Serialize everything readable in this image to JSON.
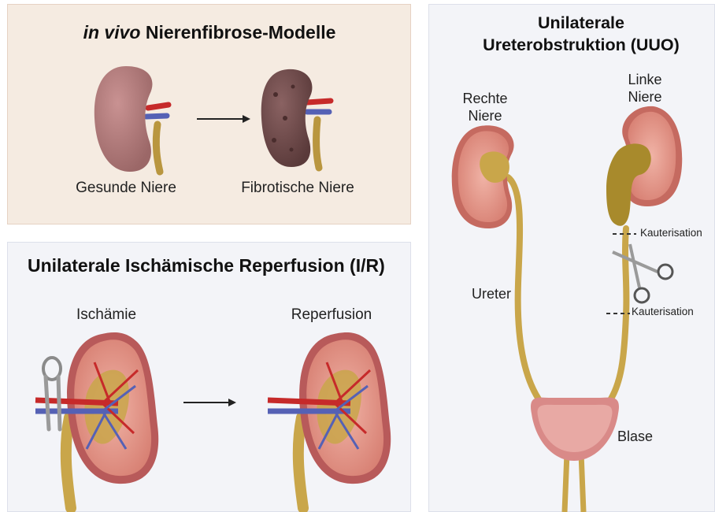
{
  "top_panel": {
    "title_italic": "in vivo",
    "title_rest": " Nierenfibrose-Modelle",
    "healthy_label": "Gesunde Niere",
    "fibrotic_label": "Fibrotische Niere"
  },
  "bottom_panel": {
    "title": "Unilaterale Ischämische Reperfusion (I/R)",
    "ischemia_label": "Ischämie",
    "reperfusion_label": "Reperfusion"
  },
  "right_panel": {
    "title_line1": "Unilaterale",
    "title_line2": "Ureterobstruktion (UUO)",
    "right_kidney_line1": "Rechte",
    "right_kidney_line2": "Niere",
    "left_kidney_line1": "Linke",
    "left_kidney_line2": "Niere",
    "cauterization_top": "Kauterisation",
    "cauterization_bottom": "Kauterisation",
    "ureter_label": "Ureter",
    "bladder_label": "Blase"
  },
  "colors": {
    "top_panel_bg": "#f5ebe1",
    "other_panel_bg": "#f3f4f8",
    "healthy_kidney": "#b07a7a",
    "fibrotic_kidney": "#6e4a4a",
    "kidney_cortex": "#e39a8e",
    "ureter": "#c9a64a",
    "artery": "#c62a2a",
    "vein": "#5561b5"
  }
}
